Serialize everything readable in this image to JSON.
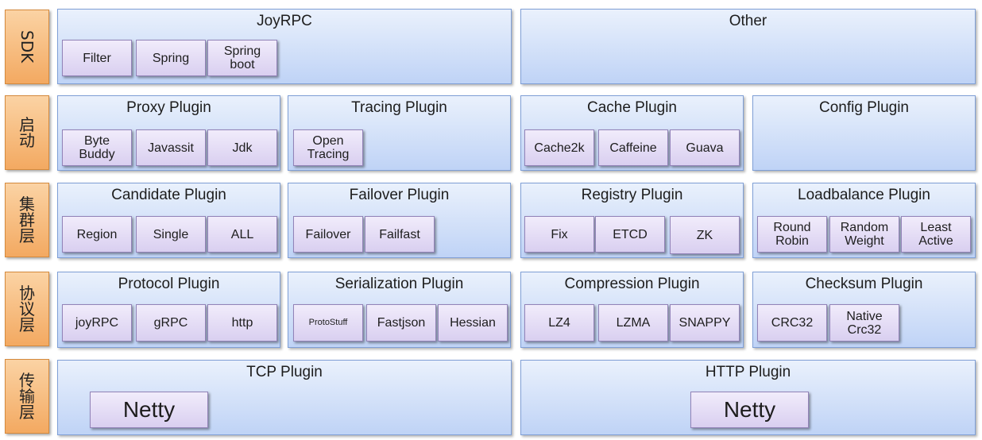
{
  "layers": {
    "sdk": "SDK",
    "startup": "启动",
    "cluster": "集群层",
    "protocol": "协议层",
    "transport": "传输层"
  },
  "panels": {
    "joyrpc": {
      "title": "JoyRPC",
      "items": [
        "Filter",
        "Spring",
        "Spring\nboot"
      ]
    },
    "other": {
      "title": "Other"
    },
    "proxy": {
      "title": "Proxy Plugin",
      "items": [
        "Byte\nBuddy",
        "Javassit",
        "Jdk"
      ]
    },
    "tracing": {
      "title": "Tracing Plugin",
      "items": [
        "Open\nTracing"
      ]
    },
    "cache": {
      "title": "Cache Plugin",
      "items": [
        "Cache2k",
        "Caffeine",
        "Guava"
      ]
    },
    "config": {
      "title": "Config Plugin"
    },
    "candidate": {
      "title": "Candidate Plugin",
      "items": [
        "Region",
        "Single",
        "ALL"
      ]
    },
    "failover": {
      "title": "Failover Plugin",
      "items": [
        "Failover",
        "Failfast"
      ]
    },
    "registry": {
      "title": "Registry Plugin",
      "items": [
        "Fix",
        "ETCD",
        "ZK"
      ]
    },
    "loadbalance": {
      "title": "Loadbalance Plugin",
      "items": [
        "Round\nRobin",
        "Random\nWeight",
        "Least\nActive"
      ]
    },
    "protocol": {
      "title": "Protocol Plugin",
      "items": [
        "joyRPC",
        "gRPC",
        "http"
      ]
    },
    "serialization": {
      "title": "Serialization Plugin",
      "items": [
        "ProtoStuff",
        "Fastjson",
        "Hessian"
      ]
    },
    "compression": {
      "title": "Compression Plugin",
      "items": [
        "LZ4",
        "LZMA",
        "SNAPPY"
      ]
    },
    "checksum": {
      "title": "Checksum Plugin",
      "items": [
        "CRC32",
        "Native\nCrc32"
      ]
    },
    "tcp": {
      "title": "TCP Plugin",
      "items": [
        "Netty"
      ]
    },
    "http": {
      "title": "HTTP Plugin",
      "items": [
        "Netty"
      ]
    }
  }
}
